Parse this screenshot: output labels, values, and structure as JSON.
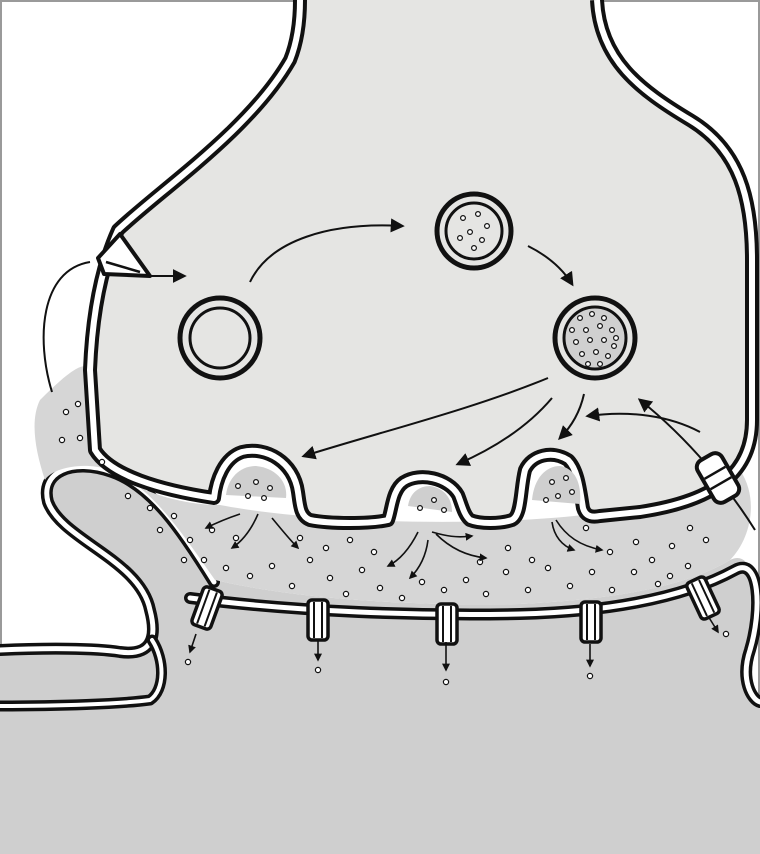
{
  "colors": {
    "background": "#ffffff",
    "terminal_fill": "#e5e5e3",
    "postsynaptic_fill": "#cfcfcf",
    "cleft_fill": "#d6d6d6",
    "vesicle_fill": "#e5e5e3",
    "outline": "#111111",
    "label_text": "#000000"
  },
  "elements": {
    "presynaptic_terminal": "presynaptic-terminal",
    "postsynaptic_cell": "postsynaptic-cell",
    "synaptic_cleft": "synaptic-cleft",
    "empty_vesicle": "empty-vesicle",
    "partially_filled_vesicle": "partially-filled-vesicle",
    "filled_vesicle": "filled-vesicle",
    "fusing_vesicles": "fusing-vesicles",
    "postsynaptic_receptors": "postsynaptic-receptors",
    "reuptake_transporter": "reuptake-transporter",
    "incoming_channel": "triangle-channel",
    "neurotransmitter_molecules": "neurotransmitter-dots"
  },
  "labels": []
}
